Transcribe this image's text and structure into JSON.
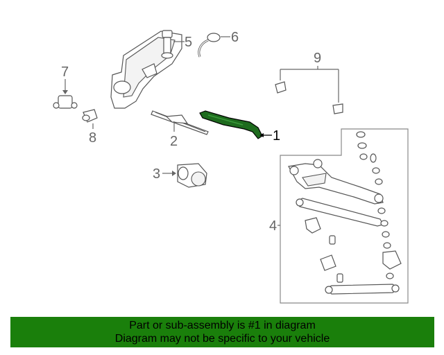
{
  "diagram": {
    "callouts": {
      "c1": "1",
      "c2": "2",
      "c3": "3",
      "c4": "4",
      "c5": "5",
      "c6": "6",
      "c7": "7",
      "c8": "8",
      "c9": "9"
    },
    "highlight_color": "#1e6b1e",
    "parts": {
      "c1": "wiper-arm-icon",
      "c2": "wiper-blade-icon",
      "c3": "wiper-motor-icon",
      "c4": "wiper-linkage-icon",
      "c5": "washer-pump-icon",
      "c6": "washer-hose-icon",
      "c7": "washer-nozzle-icon",
      "c8": "connector-icon",
      "c9": "clip-icon"
    }
  },
  "footer": {
    "line1": "Part or sub-assembly is #1 in diagram",
    "line2": "Diagram may not be specific to your vehicle",
    "background": "#1a7f0b"
  }
}
